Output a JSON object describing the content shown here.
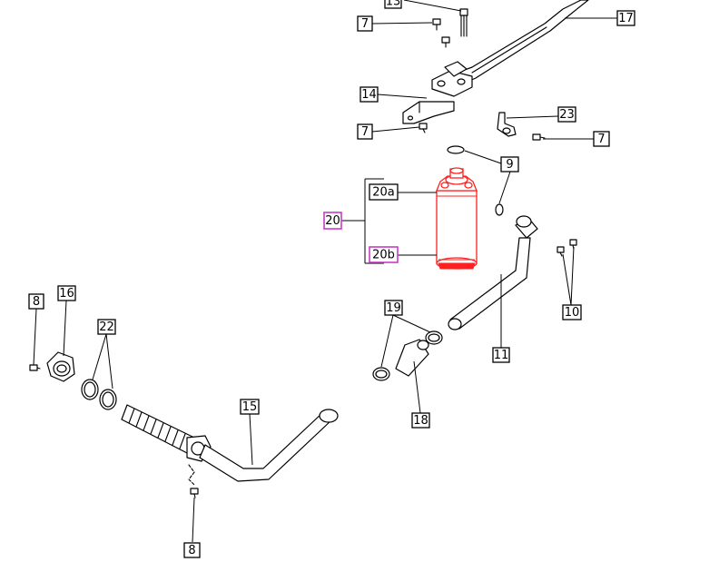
{
  "colors": {
    "line": "#000000",
    "highlight_part": "#ff2020",
    "highlight_label": "#c83cc8"
  },
  "labels": {
    "l13": "13",
    "l17": "17",
    "l7a": "7",
    "l14": "14",
    "l7b": "7",
    "l23": "23",
    "l7c": "7",
    "l9": "9",
    "l20": "20",
    "l20a": "20a",
    "l20b": "20b",
    "l10": "10",
    "l8a": "8",
    "l16": "16",
    "l22": "22",
    "l19": "19",
    "l11": "11",
    "l18": "18",
    "l15": "15",
    "l8b": "8"
  }
}
